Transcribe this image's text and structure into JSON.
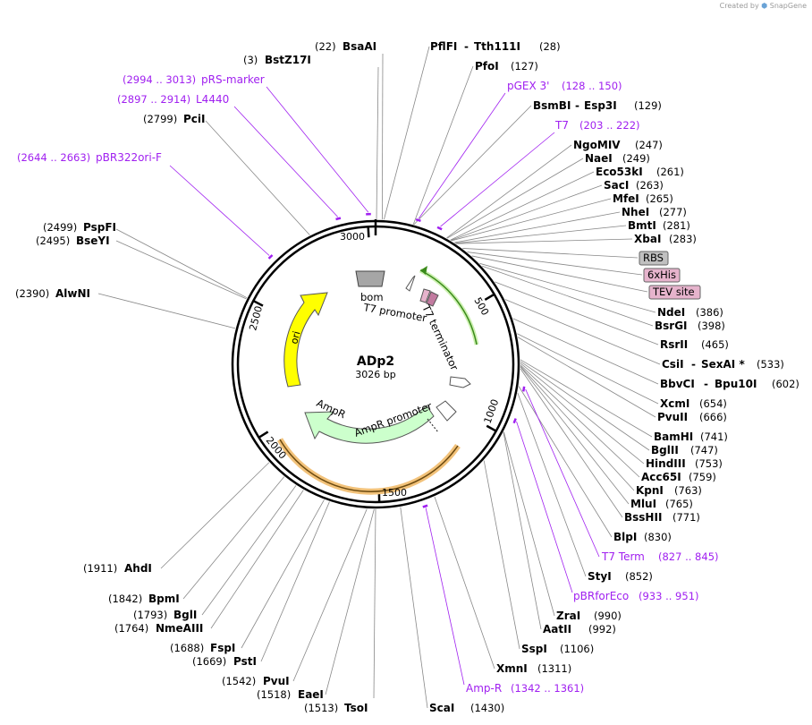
{
  "credit": {
    "prefix": "Created by",
    "brand": "SnapGene"
  },
  "plasmid": {
    "name": "ADp2",
    "size": "3026 bp",
    "ticks": [
      "500",
      "1000",
      "1500",
      "2000",
      "2500",
      "3000"
    ]
  },
  "features": [
    {
      "label": "ori",
      "color": "#ffff00"
    },
    {
      "label": "AmpR",
      "color": "#ccffcc"
    },
    {
      "label": "AmpR promoter",
      "color": "#ffffff"
    },
    {
      "label": "bom",
      "color": "#a6a6a6"
    },
    {
      "label": "T7 promoter",
      "color": "#ffffff"
    },
    {
      "label": "T7 terminator",
      "color": "#b3b3b3"
    }
  ],
  "enzymes_right": [
    {
      "name": "PflFI",
      "name2": "Tth111I",
      "pos": "(28)"
    },
    {
      "name": "PfoI",
      "pos": "(127)"
    },
    {
      "name": "BsmBI",
      "name2": "Esp3I",
      "pos": "(129)"
    },
    {
      "name": "NgoMIV",
      "pos": "(247)"
    },
    {
      "name": "NaeI",
      "pos": "(249)"
    },
    {
      "name": "Eco53kI",
      "pos": "(261)"
    },
    {
      "name": "SacI",
      "pos": "(263)"
    },
    {
      "name": "MfeI",
      "pos": "(265)"
    },
    {
      "name": "NheI",
      "pos": "(277)"
    },
    {
      "name": "BmtI",
      "pos": "(281)"
    },
    {
      "name": "XbaI",
      "pos": "(283)"
    },
    {
      "name": "NdeI",
      "pos": "(386)"
    },
    {
      "name": "BsrGI",
      "pos": "(398)"
    },
    {
      "name": "RsrII",
      "pos": "(465)"
    },
    {
      "name": "CsiI",
      "name2": "SexAI *",
      "pos": "(533)"
    },
    {
      "name": "BbvCI",
      "name2": "Bpu10I",
      "pos": "(602)"
    },
    {
      "name": "XcmI",
      "pos": "(654)"
    },
    {
      "name": "PvuII",
      "pos": "(666)"
    },
    {
      "name": "BamHI",
      "pos": "(741)"
    },
    {
      "name": "BglII",
      "pos": "(747)"
    },
    {
      "name": "HindIII",
      "pos": "(753)"
    },
    {
      "name": "Acc65I",
      "pos": "(759)"
    },
    {
      "name": "KpnI",
      "pos": "(763)"
    },
    {
      "name": "MluI",
      "pos": "(765)"
    },
    {
      "name": "BssHII",
      "pos": "(771)"
    },
    {
      "name": "BlpI",
      "pos": "(830)"
    },
    {
      "name": "StyI",
      "pos": "(852)"
    },
    {
      "name": "ZraI",
      "pos": "(990)"
    },
    {
      "name": "AatII",
      "pos": "(992)"
    },
    {
      "name": "SspI",
      "pos": "(1106)"
    },
    {
      "name": "XmnI",
      "pos": "(1311)"
    },
    {
      "name": "ScaI",
      "pos": "(1430)"
    }
  ],
  "enzymes_left": [
    {
      "name": "BsaAI",
      "pos": "(22)"
    },
    {
      "name": "BstZ17I",
      "pos": "(3)"
    },
    {
      "name": "PciI",
      "pos": "(2799)"
    },
    {
      "name": "PspFI",
      "pos": "(2499)"
    },
    {
      "name": "BseYI",
      "pos": "(2495)"
    },
    {
      "name": "AlwNI",
      "pos": "(2390)"
    },
    {
      "name": "AhdI",
      "pos": "(1911)"
    },
    {
      "name": "BpmI",
      "pos": "(1842)"
    },
    {
      "name": "BglI",
      "pos": "(1793)"
    },
    {
      "name": "NmeAIII",
      "pos": "(1764)"
    },
    {
      "name": "FspI",
      "pos": "(1688)"
    },
    {
      "name": "PstI",
      "pos": "(1669)"
    },
    {
      "name": "PvuI",
      "pos": "(1542)"
    },
    {
      "name": "EaeI",
      "pos": "(1518)"
    },
    {
      "name": "TsoI",
      "pos": "(1513)"
    }
  ],
  "primers": [
    {
      "name": "pGEX 3'",
      "range": "(128 .. 150)"
    },
    {
      "name": "T7",
      "range": "(203 .. 222)"
    },
    {
      "name": "T7 Term",
      "range": "(827 .. 845)"
    },
    {
      "name": "pBRforEco",
      "range": "(933 .. 951)"
    },
    {
      "name": "Amp-R",
      "range": "(1342 .. 1361)"
    },
    {
      "name": "pRS-marker",
      "range": "(2994 .. 3013)"
    },
    {
      "name": "L4440",
      "range": "(2897 .. 2914)"
    },
    {
      "name": "pBR322ori-F",
      "range": "(2644 .. 2663)"
    }
  ],
  "tags": [
    {
      "label": "RBS",
      "color": "#c0c0c0"
    },
    {
      "label": "6xHis",
      "color": "#e6b3cc"
    },
    {
      "label": "TEV site",
      "color": "#e6b3cc"
    }
  ]
}
